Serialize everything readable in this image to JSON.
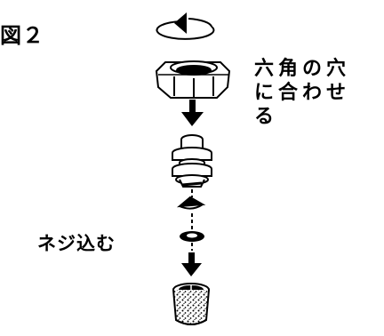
{
  "figure": {
    "label": "図２",
    "hex_note": "六角の穴\nに合わせ\nる",
    "screw_note": "ネジ込む"
  },
  "icons": [
    "rotation-arrow-icon",
    "down-arrow-icon"
  ],
  "colors": {
    "ink": "#000000",
    "paper": "#ffffff"
  }
}
